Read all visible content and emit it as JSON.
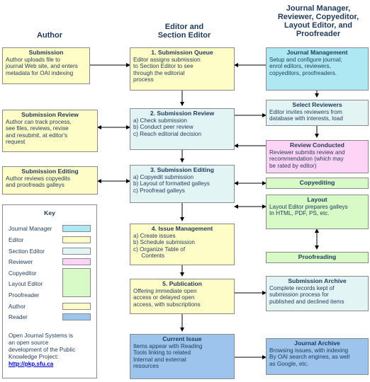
{
  "headers": {
    "author": "Author",
    "editor_line1": "Editor and",
    "editor_line2": "Section Editor",
    "jm_line1": "Journal Manager,",
    "jm_line2": "Reviewer, Copyeditor,",
    "jm_line3": "Layout Editor, and",
    "jm_line4": "Proofreader"
  },
  "author_col": {
    "submission": {
      "title": "Submission",
      "lines": [
        "Author uploads file to",
        "journal Web site, and enters",
        "metadata for OAI indexing"
      ]
    },
    "review": {
      "title": "Submission Review",
      "lines": [
        "Author can track process,",
        "see files, reviews, revise",
        "and resubmit, at editor's",
        "request"
      ]
    },
    "editing": {
      "title": "Submission Editing",
      "lines": [
        "Author reviews copyedits",
        "and proofreads galleys"
      ]
    }
  },
  "editor_col": {
    "queue": {
      "title": "1.  Submission Queue",
      "lines": [
        "Editor assigns submission",
        "to Section Editor to see",
        "through the editorial",
        "process"
      ]
    },
    "review": {
      "title": "2.  Submission Review",
      "items": [
        "a)  Check submission",
        "b)  Conduct peer review",
        "c)  Reach editorial decision"
      ]
    },
    "editing": {
      "title": "3.  Submission Editing",
      "items": [
        "a)  Copyedit submission",
        "b)  Layout of formatted galleys",
        "c)  Proofread galleys"
      ]
    },
    "issue": {
      "title": "4.  Issue Management",
      "items": [
        "a)  Create issues",
        "b)  Schedule submission",
        "c)  Organize Table of",
        "     Contents"
      ]
    },
    "publication": {
      "title": "5. Publication",
      "lines": [
        "Offering immediate open",
        "access or delayed open",
        "access, with subscriptions"
      ]
    },
    "current": {
      "title": "Current Issue",
      "lines": [
        "Items appear with Reading",
        "Tools linking to related",
        "Internal and external",
        "resources"
      ]
    }
  },
  "right_col": {
    "jm": {
      "title": "Journal Management",
      "lines": [
        "Setup and configure journal;",
        "enrol editors,  reviewers,",
        "copyeditors, proofreaders."
      ]
    },
    "select": {
      "title": "Select Reviewers",
      "lines": [
        "Editor invites reviewers from",
        "database with interests, load"
      ]
    },
    "conducted": {
      "title": "Review Conducted",
      "lines": [
        "Reviewer submits review and",
        "recommendation (which may",
        "be rated by editor)"
      ]
    },
    "copyediting": {
      "title": "Copyediting"
    },
    "layout": {
      "title": "Layout",
      "lines": [
        "Layout Editor prepares galleys",
        "In HTML, PDF, PS, etc."
      ]
    },
    "proofreading": {
      "title": "Proofreading"
    },
    "archive": {
      "title": "Submission Archive",
      "lines": [
        "Complete records kept of",
        "submission process for",
        "published and declined  items"
      ]
    },
    "journal_archive": {
      "title": "Journal Archive",
      "lines": [
        "Browsing issues, with indexing",
        "By OAI search engines, as well",
        "as Google, etc."
      ]
    }
  },
  "key": {
    "title": "Key",
    "labels": [
      "Journal Manager",
      "Editor",
      "Section Editor",
      "Reviewer",
      "Copyeditor",
      "Layout Editor",
      "Proofreader",
      "Author",
      "Reader"
    ],
    "note_lines": [
      "Open Journal Systems is",
      "an open source",
      "development of the Public",
      "Knowledge Project:"
    ],
    "link": "http://pkp.sfu.ca"
  },
  "colors": {
    "journal_manager": "#aee9f3",
    "editor": "#fefdc7",
    "section_editor": "#e3f4f5",
    "reviewer": "#fdd4f5",
    "copyeditor_layout_proof": "#d7fac7",
    "author": "#fefdc7",
    "reader": "#9cc4ec"
  }
}
